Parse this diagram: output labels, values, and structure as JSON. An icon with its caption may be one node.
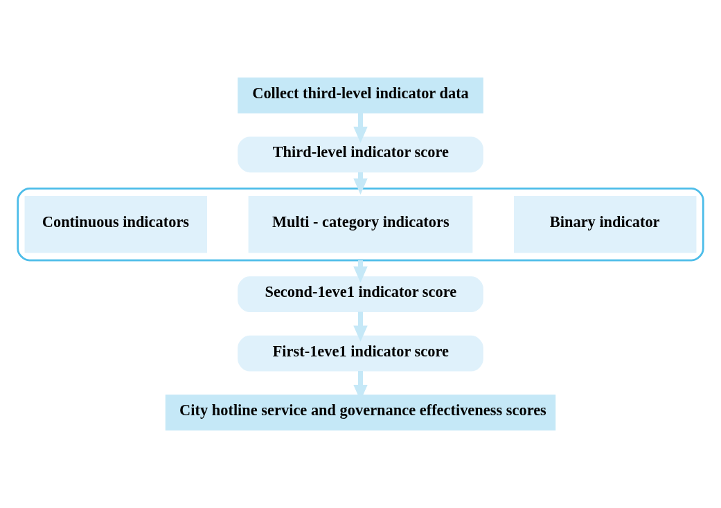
{
  "diagram": {
    "nodes": [
      {
        "text": [
          "Collect third-level indicator data"
        ]
      },
      {
        "text": [
          "Third-level indicator score"
        ]
      },
      {
        "text": [],
        "shape": "box"
      },
      {
        "text": [
          "Binary indicator"
        ],
        "in": 2
      },
      {
        "text": [
          "Multi - category indicators"
        ],
        "in": 2
      },
      {
        "text": [
          "Continuous indicators"
        ],
        "in": 2
      },
      {
        "text": [
          "Second-1eve1 indicator score"
        ]
      },
      {
        "text": [
          "First-1eve1 indicator score"
        ]
      },
      {
        "text": [
          "City hotline service and governance effectiveness scores"
        ]
      }
    ],
    "edges": [
      {
        "from": 0,
        "to": 1,
        "arrow": "to"
      },
      {
        "from": 1,
        "to": 2,
        "arrow": "to"
      },
      {
        "from": 2,
        "to": 6,
        "arrow": "to"
      },
      {
        "from": 6,
        "to": 7,
        "arrow": "to"
      },
      {
        "from": 7,
        "to": 8,
        "arrow": "to"
      }
    ]
  }
}
